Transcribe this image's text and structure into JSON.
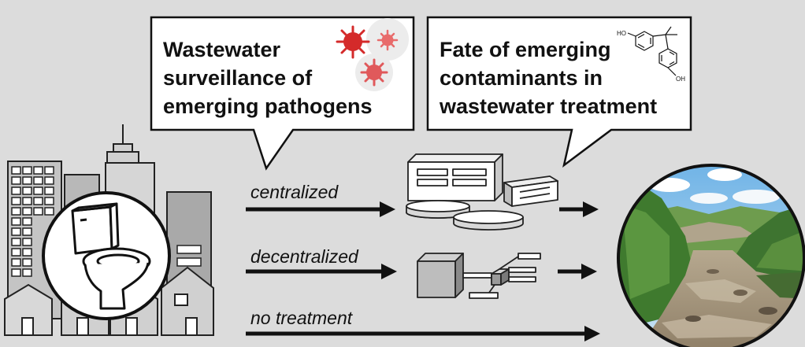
{
  "bubbles": {
    "left": {
      "lines": [
        "Wastewater",
        "surveillance of",
        "emerging pathogens"
      ]
    },
    "right": {
      "lines": [
        "Fate of emerging",
        "contaminants in",
        "wastewater treatment"
      ]
    }
  },
  "pathways": {
    "centralized": "centralized",
    "decentralized": "decentralized",
    "no_treatment": "no treatment"
  },
  "molecule": {
    "ho_label": "HO",
    "oh_label": "OH"
  },
  "colors": {
    "background": "#dcdcdc",
    "virus_dark": "#d42a2a",
    "virus_light": "#e86b6b",
    "building_fill": "#bdbdbd",
    "river_water": "#9a8a72",
    "hills": "#4f8a3a",
    "sky": "#8fc4ea"
  },
  "icons": [
    "toilet-icon",
    "virus-icon",
    "bisphenol-molecule-icon",
    "treatment-plant-icon",
    "decentralized-unit-icon",
    "river-photo"
  ]
}
